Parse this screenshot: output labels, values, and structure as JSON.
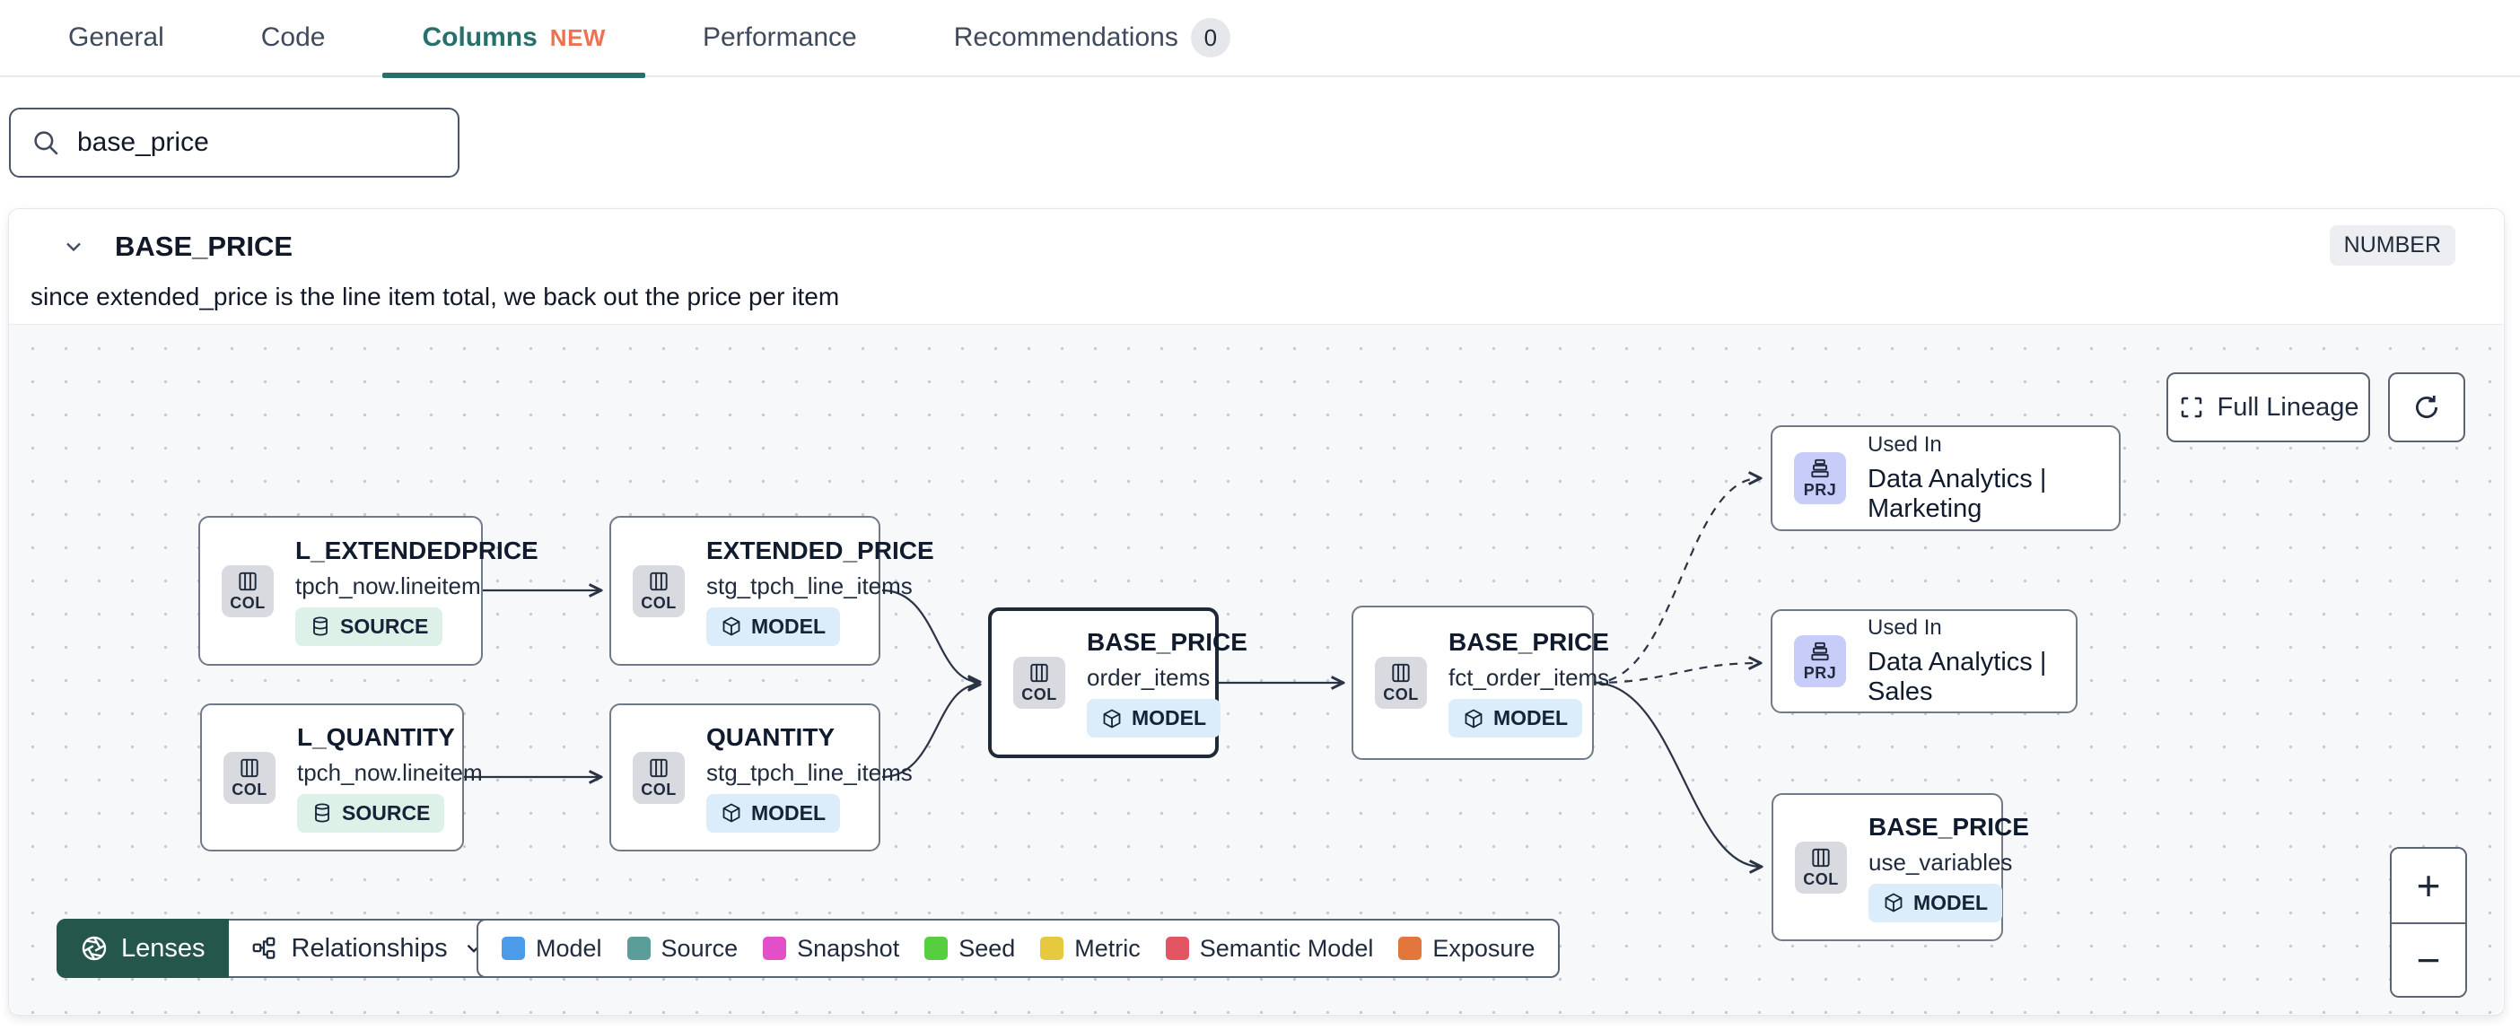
{
  "tabs": {
    "general": "General",
    "code": "Code",
    "columns": "Columns",
    "columns_badge": "NEW",
    "performance": "Performance",
    "recommendations": "Recommendations",
    "recommendations_count": "0"
  },
  "search": {
    "value": "base_price"
  },
  "column": {
    "name": "BASE_PRICE",
    "type": "NUMBER",
    "description": "since extended_price is the line item total, we back out the price per item"
  },
  "lineage": {
    "full_lineage_button": "Full Lineage",
    "nodes": [
      {
        "title": "L_EXTENDEDPRICE",
        "subtitle": "tpch_now.lineitem",
        "kind": "COL",
        "badge": "SOURCE"
      },
      {
        "title": "EXTENDED_PRICE",
        "subtitle": "stg_tpch_line_items",
        "kind": "COL",
        "badge": "MODEL"
      },
      {
        "title": "L_QUANTITY",
        "subtitle": "tpch_now.lineitem",
        "kind": "COL",
        "badge": "SOURCE"
      },
      {
        "title": "QUANTITY",
        "subtitle": "stg_tpch_line_items",
        "kind": "COL",
        "badge": "MODEL"
      },
      {
        "title": "BASE_PRICE",
        "subtitle": "order_items",
        "kind": "COL",
        "badge": "MODEL"
      },
      {
        "title": "BASE_PRICE",
        "subtitle": "fct_order_items",
        "kind": "COL",
        "badge": "MODEL"
      },
      {
        "used_in": "Used In",
        "title": "Data Analytics | Marketing",
        "kind": "PRJ"
      },
      {
        "used_in": "Used In",
        "title": "Data Analytics | Sales",
        "kind": "PRJ"
      },
      {
        "title": "BASE_PRICE",
        "subtitle": "use_variables",
        "kind": "COL",
        "badge": "MODEL"
      }
    ],
    "toolbar": {
      "lenses": "Lenses",
      "relationships": "Relationships"
    },
    "legend": [
      {
        "label": "Model",
        "color": "#4C9BE8"
      },
      {
        "label": "Source",
        "color": "#5B9D99"
      },
      {
        "label": "Snapshot",
        "color": "#E34FC8"
      },
      {
        "label": "Seed",
        "color": "#55CE3F"
      },
      {
        "label": "Metric",
        "color": "#E7C93F"
      },
      {
        "label": "Semantic Model",
        "color": "#E25563"
      },
      {
        "label": "Exposure",
        "color": "#E2773E"
      }
    ],
    "zoom_in": "+",
    "zoom_out": "−"
  },
  "colors": {
    "accent_teal": "#27706B",
    "new_orange": "#ED7254",
    "lenses_green": "#25564C",
    "canvas_bg": "#F7F8FA",
    "model_badge_bg": "#DBEDFB",
    "source_badge_bg": "#DEF1E9",
    "prj_chip_bg": "#C7CCF8",
    "col_chip_bg": "#D8DADF"
  }
}
